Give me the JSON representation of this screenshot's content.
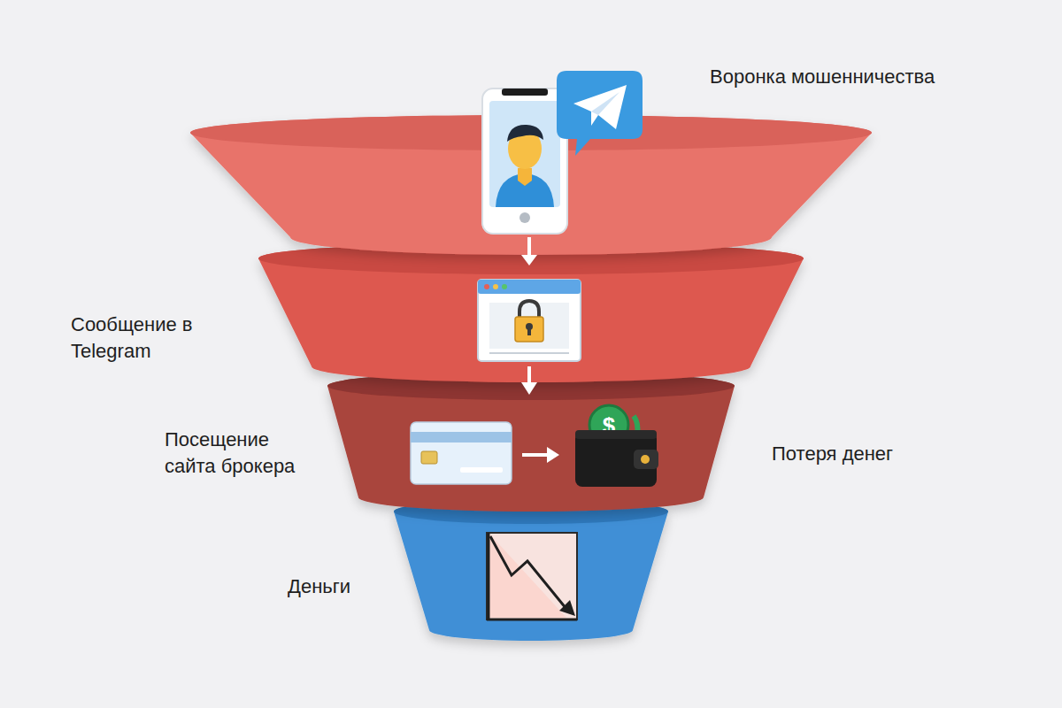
{
  "diagram": {
    "title": "Воронка мошенничества",
    "labels": [
      "Сообщение в Telegram",
      "Посещение сайта брокера",
      "Потеря денег",
      "Деньги"
    ]
  }
}
